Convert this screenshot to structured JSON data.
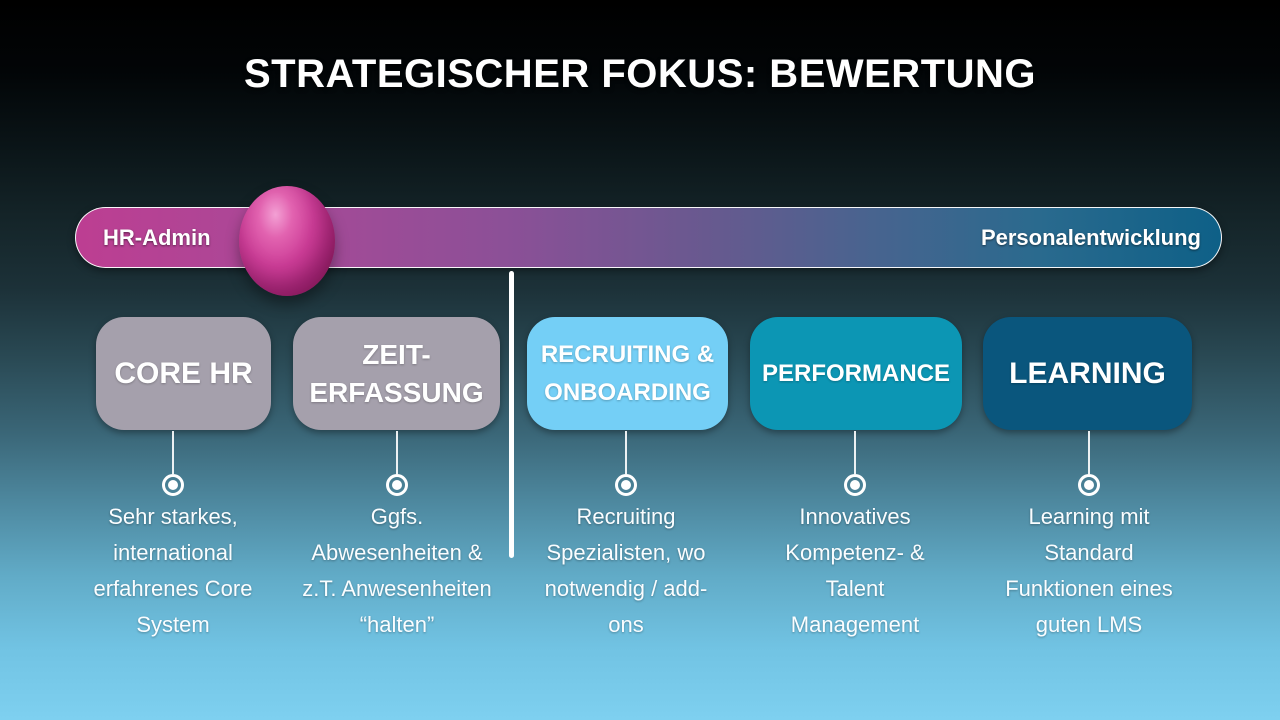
{
  "slide": {
    "title": "STRATEGISCHER FOKUS: BEWERTUNG",
    "background_top_color": "#000000",
    "background_bottom_color": "#7ed0f0"
  },
  "spectrum": {
    "left_label": "HR-Admin",
    "right_label": "Personalentwicklung",
    "gradient_start_color": "#bd3e92",
    "gradient_end_color": "#0e6087",
    "marker_color": "#cc3d97",
    "marker_position": "left"
  },
  "divider_color": "#ffffff",
  "columns": [
    {
      "label": "CORE HR",
      "color": "#a5a0ac",
      "description": "Sehr starkes,\ninternational\nerfahrenes Core\nSystem"
    },
    {
      "label": "ZEIT-\nERFASSUNG",
      "color": "#a5a0ac",
      "description": "Ggfs.\nAbwesenheiten &\nz.T. Anwesenheiten\n“halten”"
    },
    {
      "label": "RECRUITING &\nONBOARDING",
      "color": "#74cff6",
      "description": "Recruiting\nSpezialisten, wo\nnotwendig / add-\nons"
    },
    {
      "label": "PERFORMANCE",
      "color": "#0c96b4",
      "description": "Innovatives\nKompetenz- &\nTalent\nManagement"
    },
    {
      "label": "LEARNING",
      "color": "#0a567d",
      "description": "Learning mit\nStandard\nFunktionen eines\nguten LMS"
    }
  ]
}
